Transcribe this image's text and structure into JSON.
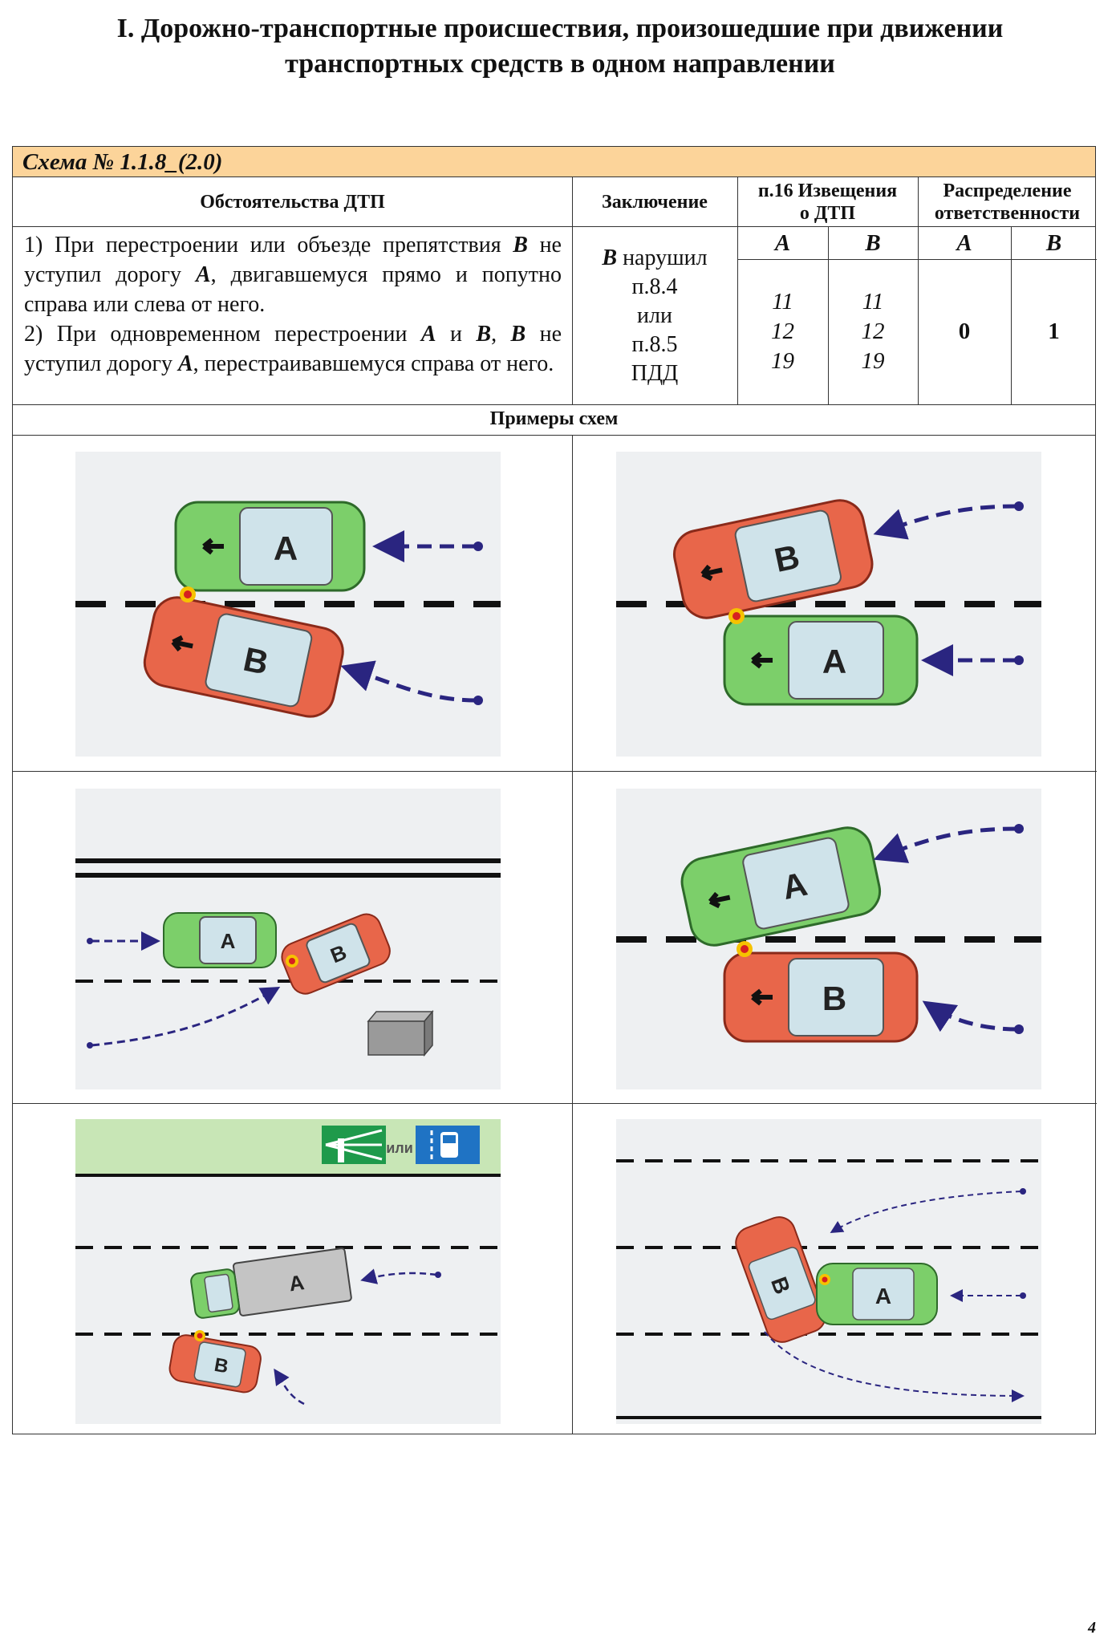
{
  "title": {
    "line1": "I. Дорожно-транспортные происшествия, произошедшие при движении",
    "line2": "транспортных средств в одном направлении"
  },
  "scheme": {
    "title": "Схема № 1.1.8_(2.0)"
  },
  "headers": {
    "circumstances": "Обстоятельства ДТП",
    "conclusion": "Заключение",
    "notice_line1": "п.16 Извещения",
    "notice_line2": "о ДТП",
    "responsibility_line1": "Распределение",
    "responsibility_line2": "ответственности",
    "col_a": "А",
    "col_b": "В"
  },
  "circumstances": {
    "item1_prefix": "1) При перестроении или объезде препятствия ",
    "item1_b": "В",
    "item1_mid": " не уступил дорогу ",
    "item1_a": "А",
    "item1_suffix": ", двигавшемуся прямо и попутно справа или слева от него.",
    "item2_prefix": "2) При одновременном перестроении ",
    "item2_a": "А",
    "item2_and": " и ",
    "item2_b": "В",
    "item2_comma": ", ",
    "item2_b2": "В",
    "item2_mid": " не уступил дорогу ",
    "item2_a2": "А",
    "item2_suffix": ", перестраивавшемуся справа от него."
  },
  "conclusion": {
    "violator": "В",
    "violated": " нарушил",
    "clause1": "п.8.4",
    "or": "или",
    "clause2": "п.8.5",
    "rules": "ПДД"
  },
  "notice_codes": {
    "a": [
      "11",
      "12",
      "19"
    ],
    "b": [
      "11",
      "12",
      "19"
    ]
  },
  "responsibility": {
    "a": "0",
    "b": "1"
  },
  "examples": {
    "label": "Примеры схем",
    "sign_or": "или"
  },
  "vehicles": {
    "a_label": "A",
    "b_label": "B"
  },
  "colors": {
    "scheme_header": "#fcd49a",
    "car_a": "#7ccf6a",
    "car_b": "#e8664a",
    "road": "#eef0f2",
    "arrow": "#2a2580",
    "sign_green": "#1f9a4b",
    "sign_blue": "#1f73c4"
  },
  "page_number": "4"
}
